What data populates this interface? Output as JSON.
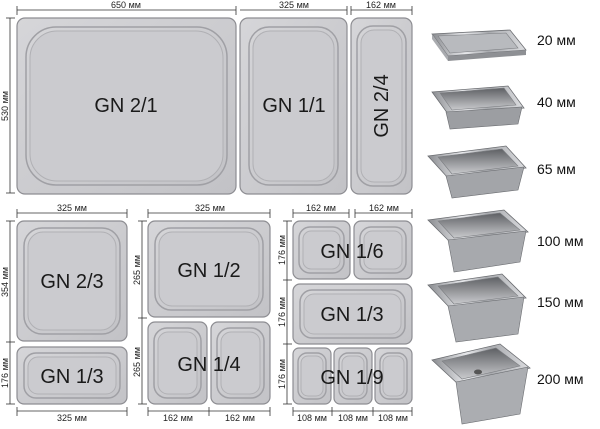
{
  "dims": {
    "w650": "650 мм",
    "w325": "325 мм",
    "w162": "162 мм",
    "w108": "108 мм",
    "h530": "530 мм",
    "h354": "354 мм",
    "h265": "265 мм",
    "h176": "176 мм"
  },
  "pans": {
    "gn21": "GN 2/1",
    "gn11": "GN 1/1",
    "gn24": "GN 2/4",
    "gn23": "GN 2/3",
    "gn13": "GN 1/3",
    "gn12": "GN 1/2",
    "gn14": "GN 1/4",
    "gn16": "GN 1/6",
    "gn19": "GN 1/9"
  },
  "depths": [
    "20 мм",
    "40 мм",
    "65 мм",
    "100 мм",
    "150 мм",
    "200 мм"
  ]
}
